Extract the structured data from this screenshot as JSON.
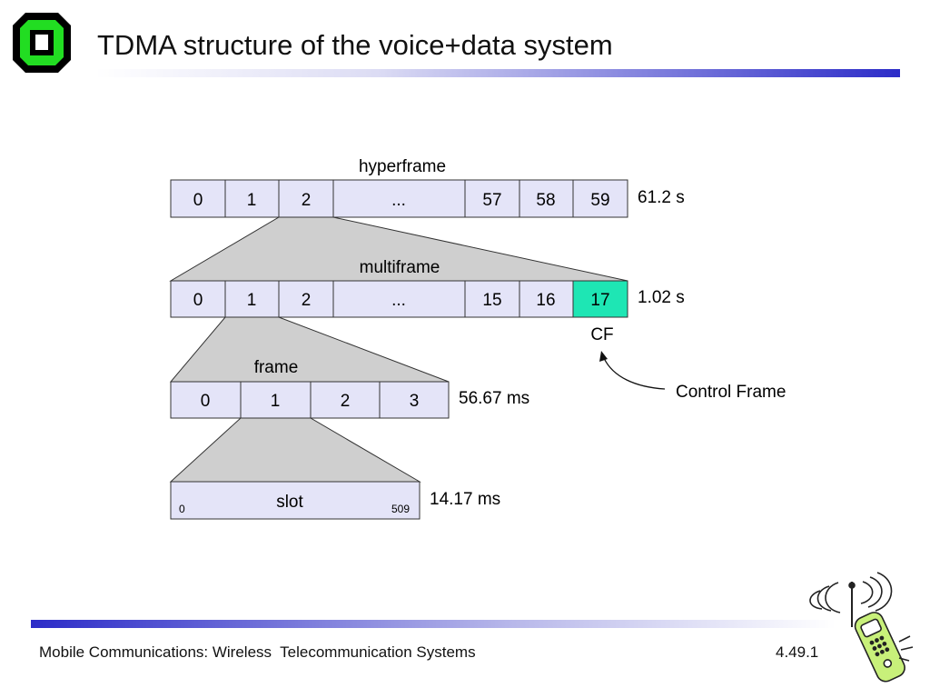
{
  "header": {
    "title": "TDMA structure of the voice+data system"
  },
  "footer": {
    "left": "Mobile Communications: Wireless  Telecommunication Systems",
    "right": "4.49.1"
  },
  "diagram": {
    "hyperframe": {
      "label": "hyperframe",
      "cells": [
        "0",
        "1",
        "2",
        "...",
        "57",
        "58",
        "59"
      ],
      "duration": "61.2 s"
    },
    "multiframe": {
      "label": "multiframe",
      "cells": [
        "0",
        "1",
        "2",
        "...",
        "15",
        "16",
        "17"
      ],
      "duration": "1.02 s",
      "control_label": "CF",
      "control_text": "Control Frame"
    },
    "frame": {
      "label": "frame",
      "cells": [
        "0",
        "1",
        "2",
        "3"
      ],
      "duration": "56.67 ms"
    },
    "slot": {
      "label": "slot",
      "start": "0",
      "end": "509",
      "duration": "14.17 ms"
    },
    "colors": {
      "cell": "#e4e4f8",
      "highlight": "#1ee6b4",
      "trapezoid": "#cfcfcf"
    }
  }
}
